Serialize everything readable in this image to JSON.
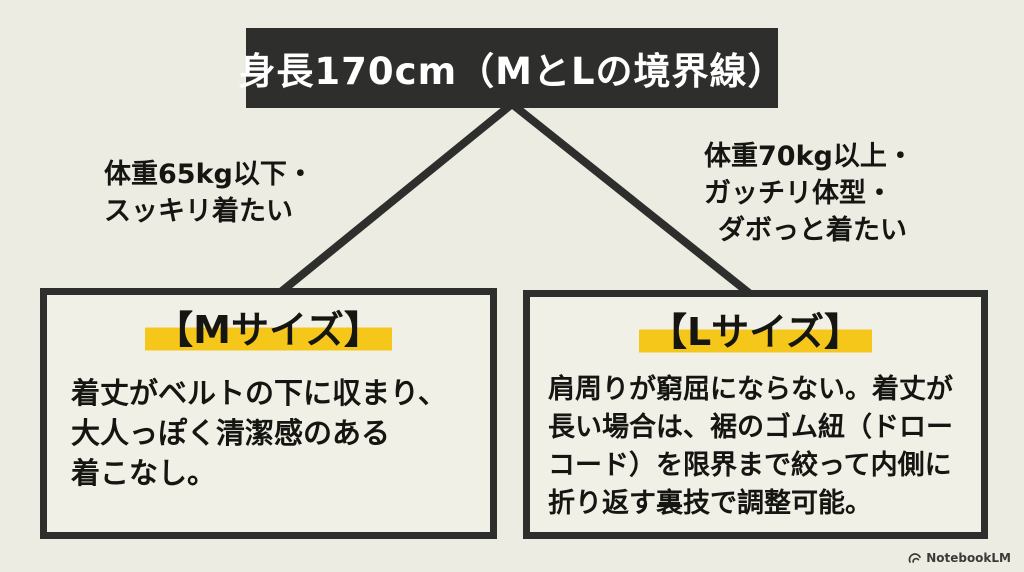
{
  "colors": {
    "background": "#EDECE3",
    "node_dark": "#2E2E2C",
    "highlight_yellow": "#F5C71B",
    "text_ink": "#151512",
    "box_background": "#F1F0E7"
  },
  "root": {
    "title": "身長170cm（MとLの境界線）"
  },
  "branches": {
    "left": {
      "lines": [
        "体重65kg以下・",
        "スッキリ着たい"
      ]
    },
    "right": {
      "lines": [
        "体重70kg以上・",
        "ガッチリ体型・",
        "ダボっと着たい"
      ]
    }
  },
  "boxes": [
    {
      "heading": "【Mサイズ】",
      "body_lines": [
        "着丈がベルトの下に収まり、",
        "大人っぽく清潔感のある",
        "着こなし。"
      ]
    },
    {
      "heading": "【Lサイズ】",
      "body_lines": [
        "肩周りが窮屈にならない。着丈が",
        "長い場合は、裾のゴム紐（ドロー",
        "コード）を限界まで絞って内側に",
        "折り返す裏技で調整可能。"
      ]
    }
  ],
  "watermark": {
    "label": "NotebookLM"
  }
}
